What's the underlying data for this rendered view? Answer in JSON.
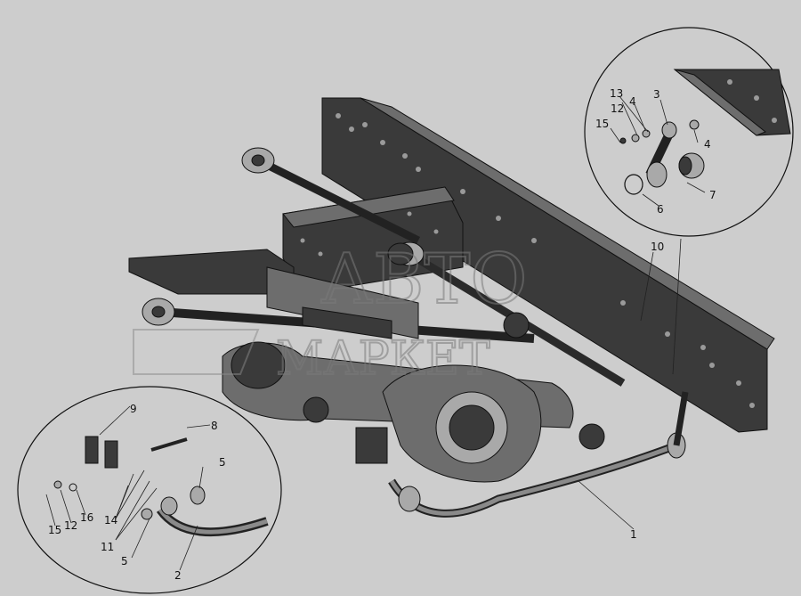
{
  "callouts": {
    "c1": "1",
    "c2": "2",
    "c3": "3",
    "c4a": "4",
    "c4b": "4",
    "c5a": "5",
    "c5b": "5",
    "c6": "6",
    "c7": "7",
    "c8": "8",
    "c9": "9",
    "c10": "10",
    "c11": "11",
    "c12a": "12",
    "c12b": "12",
    "c13": "13",
    "c14": "14",
    "c15a": "15",
    "c15b": "15",
    "c16": "16"
  },
  "watermark": {
    "line1": "АВТО",
    "line2": "МАРКЕТ"
  },
  "colors": {
    "background": "#cdcdcd",
    "frame": "#3a3a3a",
    "parts": "#6d6d6d"
  }
}
